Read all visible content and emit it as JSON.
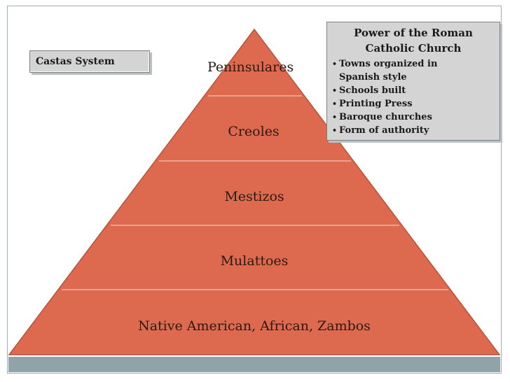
{
  "diagram": {
    "colors": {
      "pyramid_fill": "#dd6a4e",
      "pyramid_stroke": "#b7533c",
      "tier_divider": "#f2c3b6",
      "bottom_bar": "#8fa3a8",
      "box_fill": "#d4d4d4"
    },
    "castas_label": "Castas System",
    "tiers": [
      {
        "label": "Peninsulares"
      },
      {
        "label": "Creoles"
      },
      {
        "label": "Mestizos"
      },
      {
        "label": "Mulattoes"
      },
      {
        "label": "Native American, African, Zambos"
      }
    ],
    "church": {
      "title_line1": "Power of the Roman",
      "title_line2": "Catholic Church",
      "bullets": [
        {
          "line1": "Towns organized in",
          "line2": "Spanish style"
        },
        {
          "line1": "Schools built"
        },
        {
          "line1": "Printing Press"
        },
        {
          "line1": "Baroque churches"
        },
        {
          "line1": "Form of authority"
        }
      ]
    }
  }
}
